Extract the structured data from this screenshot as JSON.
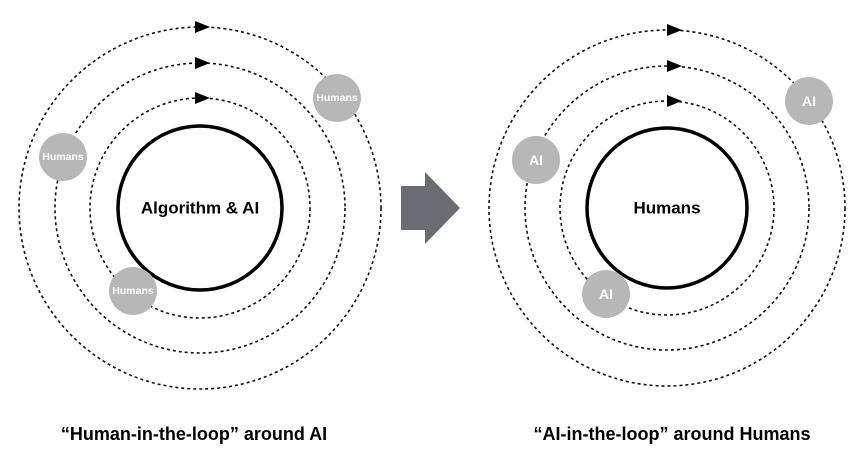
{
  "left_panel": {
    "core_label": "Algorithm & AI",
    "node_labels": [
      "Humans",
      "Humans",
      "Humans"
    ],
    "caption": "“Human-in-the-loop” around AI"
  },
  "right_panel": {
    "core_label": "Humans",
    "node_labels": [
      "AI",
      "AI",
      "AI"
    ],
    "caption": "“AI-in-the-loop” around Humans"
  },
  "colors": {
    "node_fill": "#b7b7b7",
    "transition_arrow": "#6b6b73",
    "orbit_stroke": "#111111",
    "core_stroke": "#000000"
  },
  "icons": {
    "orbit_direction": "arrowhead-right-icon",
    "transition": "right-arrow-icon"
  }
}
